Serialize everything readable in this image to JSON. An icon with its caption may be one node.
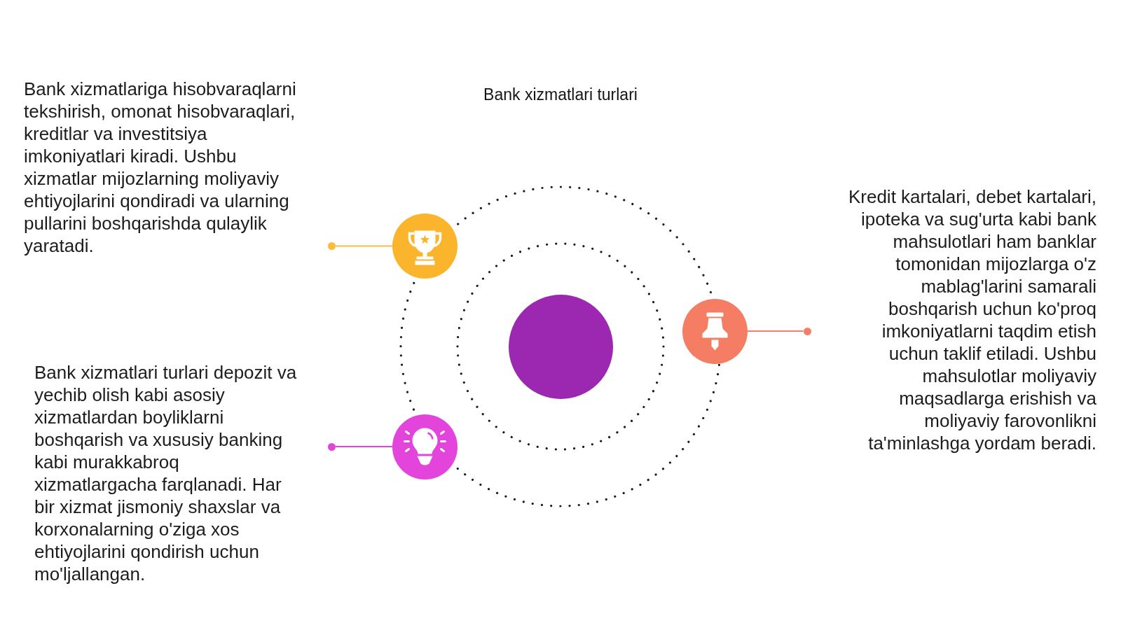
{
  "diagram": {
    "title": "Bank xizmatlari turlari",
    "nodes": [
      {
        "text": [],
        "shape": "circle",
        "beside": [
          "Bank xizmatlariga hisobvaraqlarni tekshirish, omonat hisobvaraqlari, kreditlar va investitsiya imkoniyatlari kiradi. Ushbu xizmatlar mijozlarning moliyaviy ehtiyojlarini qondiradi va ularning pullarini boshqarishda qulaylik yaratadi."
        ]
      },
      {
        "text": [],
        "shape": "circle"
      },
      {
        "text": [],
        "shape": "circle"
      },
      {
        "text": [],
        "shape": "circle"
      },
      {
        "text": [],
        "shape": "circle",
        "beside": [
          "Kredit kartalari, debet kartalari, ipoteka va sug'urta kabi bank mahsulotlari ham banklar tomonidan mijozlarga o'z mablag'larini samarali boshqarish uchun ko'proq imkoniyatlarni taqdim etish uchun taklif etiladi. Ushbu mahsulotlar moliyaviy maqsadlarga erishish va moliyaviy farovonlikni ta'minlashga yordam beradi."
        ]
      },
      {
        "text": [],
        "shape": "circle",
        "beside": [
          "Bank xizmatlari turlari depozit va yechib olish kabi asosiy xizmatlardan boyliklarni boshqarish va xususiy banking kabi murakkabroq xizmatlargacha farqlanadi. Har bir xizmat jismoniy shaxslar va korxonalarning o'ziga xos ehtiyojlarini qondirish uchun mo'ljallangan."
        ]
      },
      {
        "text": [],
        "shape": "circle"
      }
    ],
    "edges": [
      {
        "from": 1,
        "to": 0,
        "arrow": "none",
        "color": "#f9bd3a"
      },
      {
        "from": 3,
        "to": 4,
        "arrow": "none",
        "color": "#f37f6a"
      },
      {
        "from": 6,
        "to": 5,
        "arrow": "none",
        "color": "#df47d8"
      }
    ]
  }
}
